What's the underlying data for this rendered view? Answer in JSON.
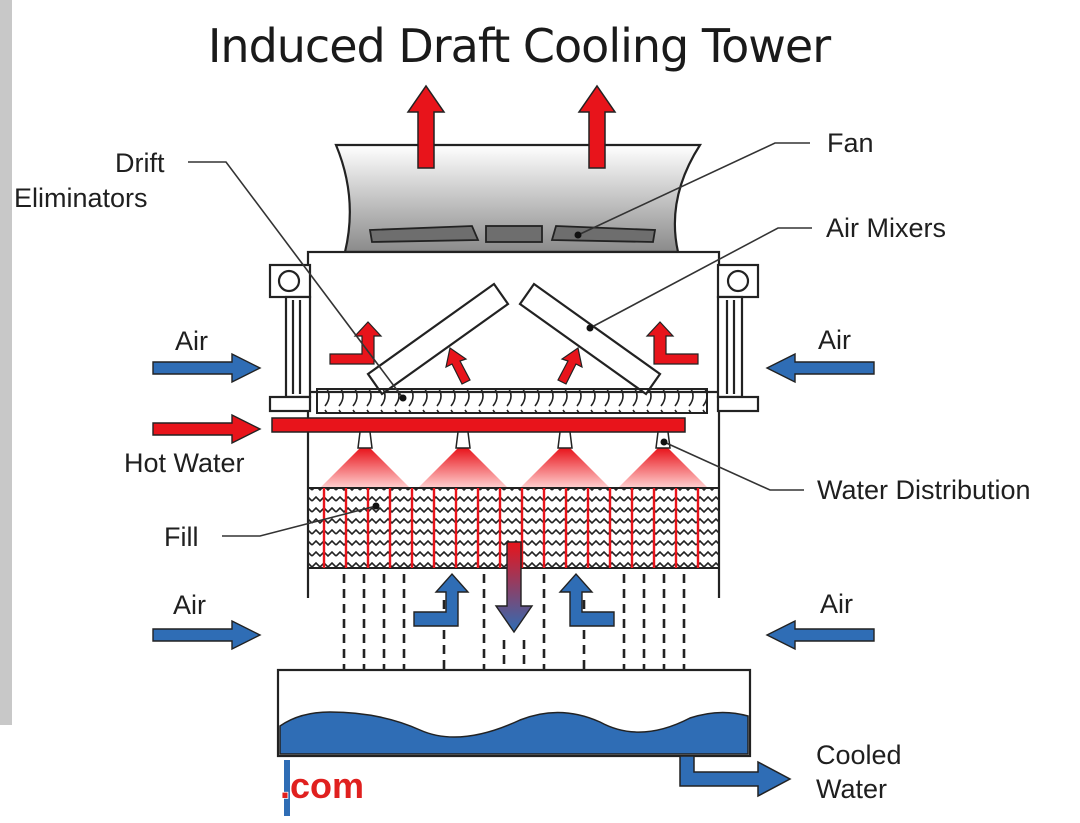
{
  "title": "Induced Draft Cooling Tower",
  "labels": {
    "fan": "Fan",
    "drift_line1": "Drift",
    "drift_line2": "Eliminators",
    "air_mixers": "Air Mixers",
    "air_upper_left": "Air",
    "air_upper_right": "Air",
    "hot_water": "Hot Water",
    "water_distribution": "Water Distribution",
    "fill": "Fill",
    "air_lower_left": "Air",
    "air_lower_right": "Air",
    "cooled_line1": "Cooled",
    "cooled_line2": "Water"
  },
  "watermark": ".com",
  "colors": {
    "hot": "#e8141b",
    "cool": "#2f6db5",
    "outline": "#222222",
    "sidebar": "#c8c8c8"
  }
}
